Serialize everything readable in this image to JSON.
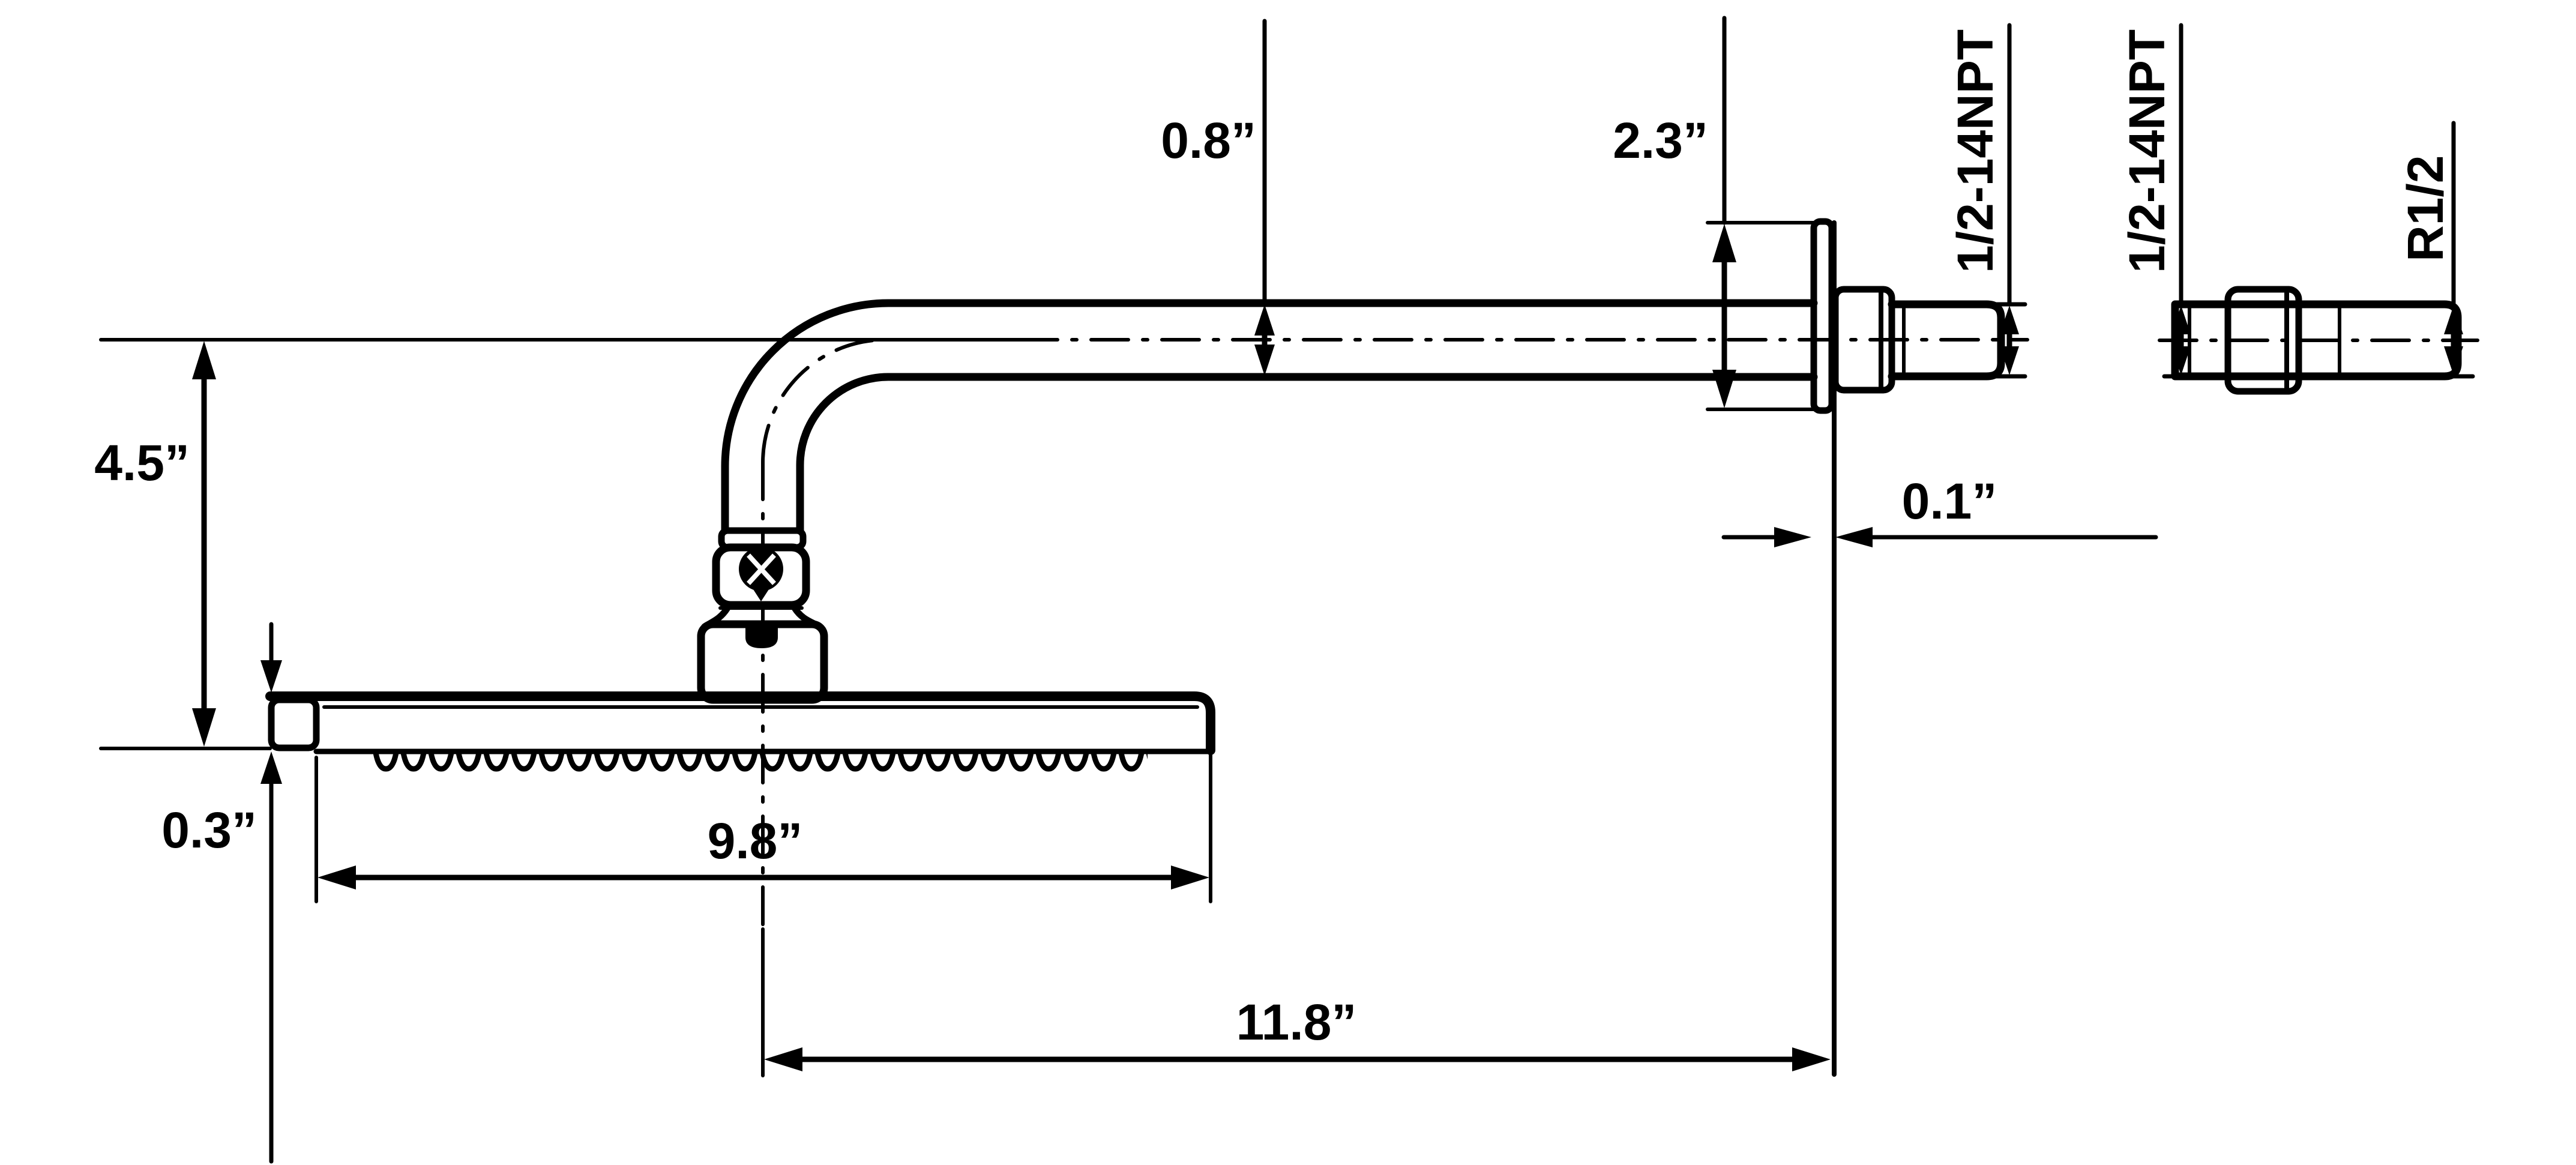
{
  "drawing": {
    "kind": "technical-dimension-drawing",
    "subject": "Wall-mounted rain shower head with L-shaped shower arm, side view, plus pipe-fitting detail view",
    "background_color": "#ffffff",
    "line_color": "#000000",
    "labels": {
      "arm_od": "0.8”",
      "flange_diameter": "2.3”",
      "arm_thread": "1/2-14NPT",
      "detail_thread": "1/2-14NPT",
      "detail_thread_radius": "R1/2",
      "drop_height": "4.5”",
      "head_thickness": "0.3”",
      "head_width": "9.8”",
      "flange_standoff": "0.1”",
      "wall_to_head_center": "11.8”"
    }
  }
}
